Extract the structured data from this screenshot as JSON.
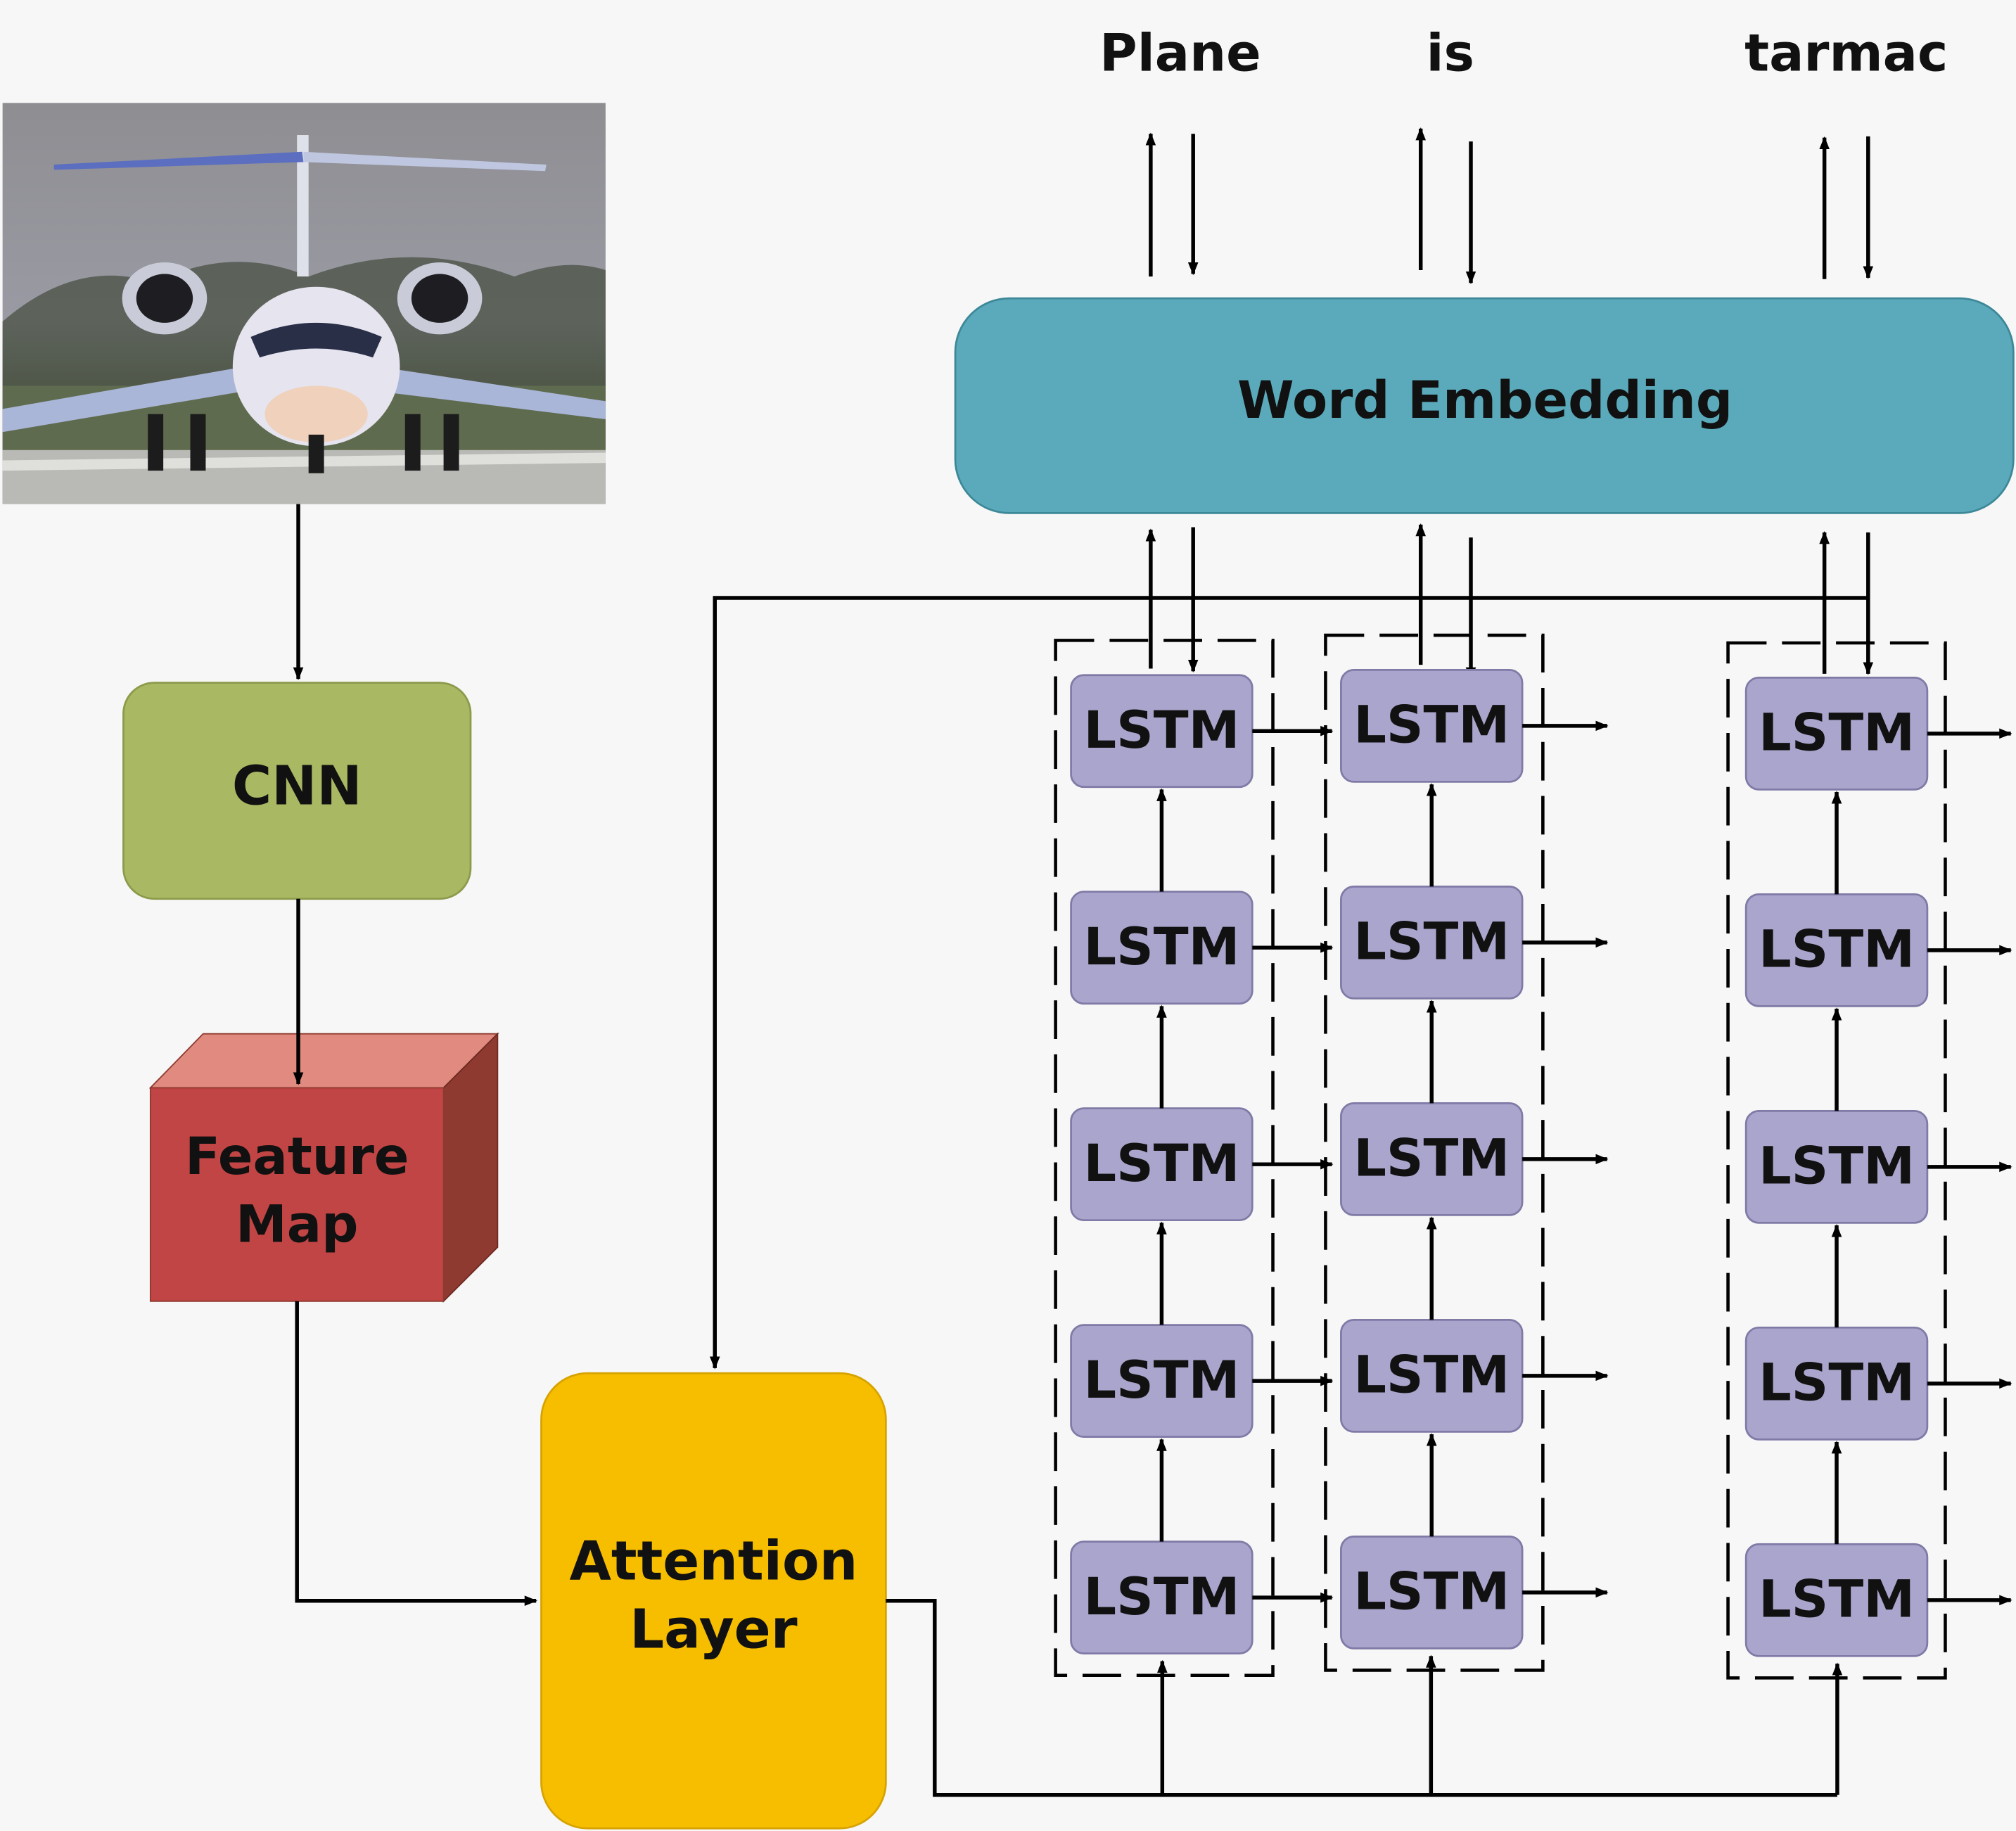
{
  "output_words": [
    "Plane",
    "is",
    "tarmac"
  ],
  "word_embedding": {
    "label": "Word Embedding",
    "color": "#5aaabb"
  },
  "cnn": {
    "label": "CNN",
    "color": "#a9b862"
  },
  "feature_map": {
    "line1": "Feature",
    "line2": "Map",
    "front_color": "#c24545",
    "top_color": "#e08a80",
    "side_color": "#8f3a30"
  },
  "attention": {
    "line1": "Attention",
    "line2": "Layer",
    "color": "#f7be00"
  },
  "lstm": {
    "label": "LSTM",
    "color": "#a9a5cc",
    "columns": 3,
    "rows": 5
  },
  "colors": {
    "arrow": "#000000",
    "background": "#f7f7f7"
  }
}
